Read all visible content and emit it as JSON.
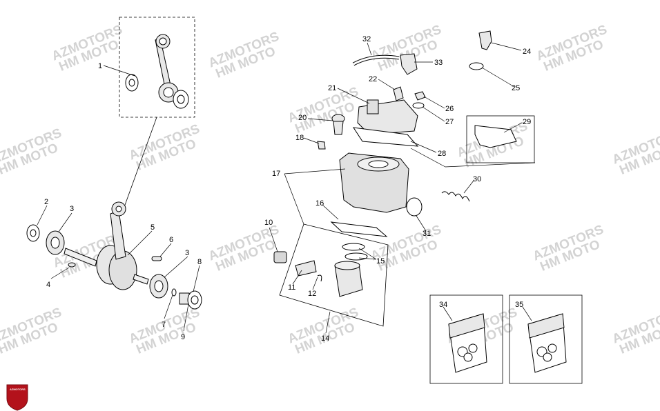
{
  "watermark": {
    "line1": "AZMOTORS",
    "line2": "HM MOTO"
  },
  "logo": {
    "text": "AZMOTORS",
    "color": "#b3121b"
  },
  "parts": [
    {
      "id": "p1",
      "label": "1"
    },
    {
      "id": "p2",
      "label": "2"
    },
    {
      "id": "p3a",
      "label": "3"
    },
    {
      "id": "p3b",
      "label": "3"
    },
    {
      "id": "p4",
      "label": "4"
    },
    {
      "id": "p5",
      "label": "5"
    },
    {
      "id": "p6",
      "label": "6"
    },
    {
      "id": "p7",
      "label": "7"
    },
    {
      "id": "p8",
      "label": "8"
    },
    {
      "id": "p9",
      "label": "9"
    },
    {
      "id": "p10",
      "label": "10"
    },
    {
      "id": "p11",
      "label": "11"
    },
    {
      "id": "p12",
      "label": "12"
    },
    {
      "id": "p14",
      "label": "14"
    },
    {
      "id": "p15",
      "label": "15"
    },
    {
      "id": "p16",
      "label": "16"
    },
    {
      "id": "p17",
      "label": "17"
    },
    {
      "id": "p18",
      "label": "18"
    },
    {
      "id": "p20",
      "label": "20"
    },
    {
      "id": "p21",
      "label": "21"
    },
    {
      "id": "p22",
      "label": "22"
    },
    {
      "id": "p24",
      "label": "24"
    },
    {
      "id": "p25",
      "label": "25"
    },
    {
      "id": "p26",
      "label": "26"
    },
    {
      "id": "p27",
      "label": "27"
    },
    {
      "id": "p28",
      "label": "28"
    },
    {
      "id": "p29",
      "label": "29"
    },
    {
      "id": "p30",
      "label": "30"
    },
    {
      "id": "p31",
      "label": "31"
    },
    {
      "id": "p32",
      "label": "32"
    },
    {
      "id": "p33",
      "label": "33"
    },
    {
      "id": "p34",
      "label": "34"
    },
    {
      "id": "p35",
      "label": "35"
    }
  ],
  "colors": {
    "line": "#000000",
    "part_fill": "#e6e6e6",
    "watermark": "#d3d3d3"
  }
}
